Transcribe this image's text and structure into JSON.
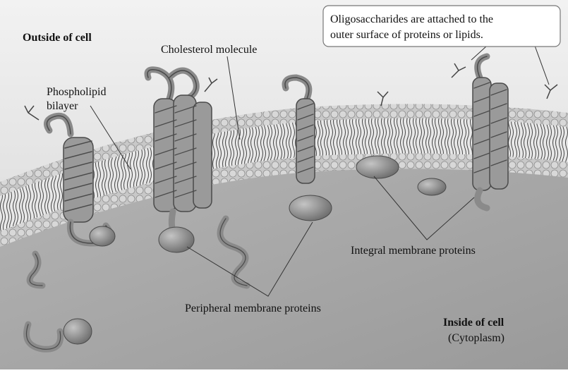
{
  "diagram": {
    "labels": {
      "outside": "Outside of cell",
      "cholesterol": "Cholesterol molecule",
      "phospholipid_line1": "Phospholipid",
      "phospholipid_line2": "bilayer",
      "oligo_line1": "Oligosaccharides are attached to the",
      "oligo_line2": "outer surface of proteins or lipids.",
      "integral": "Integral membrane proteins",
      "peripheral": "Peripheral membrane proteins",
      "inside": "Inside of cell",
      "cytoplasm": "(Cytoplasm)"
    },
    "colors": {
      "background_top": "#e3e3e3",
      "cytoplasm": "#a9a9a9",
      "membrane_head": "#bfbfbf",
      "protein": "#8a8a8a",
      "protein_dark": "#4a4a4a"
    }
  }
}
